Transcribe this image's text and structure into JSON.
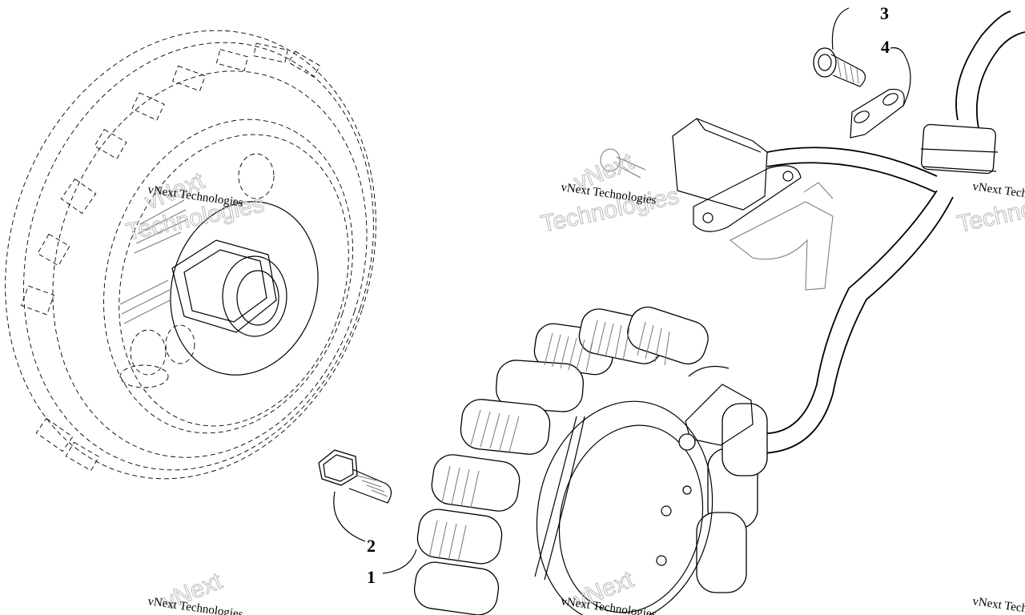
{
  "callouts": {
    "c1": "1",
    "c2": "2",
    "c3": "3",
    "c4": "4"
  },
  "watermark": {
    "small": "vNext Technologies",
    "word1": "vNext",
    "word2": "Technologies"
  }
}
